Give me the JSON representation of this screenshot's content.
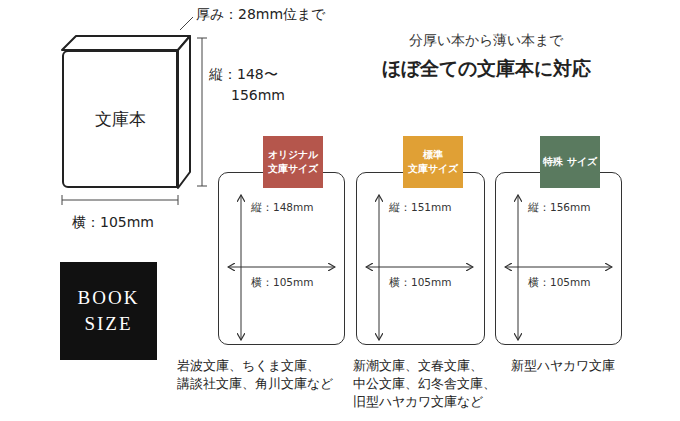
{
  "diagram": {
    "title": "ほぼ全ての文庫本に対応",
    "nodes": [
      {
        "text": [
          "文庫本"
        ]
      },
      {
        "text": [
          "BOOK SIZE"
        ]
      },
      {
        "text": [
          "縦：148mm",
          "横：105mm",
          "岩波文庫、ちくま文庫、 講談社文庫、角川文庫など"
        ]
      },
      {
        "text": [
          "オリジナル 文庫サイズ"
        ],
        "in": 2
      },
      {
        "text": [
          "縦：151mm",
          "横：105mm",
          "新潮文庫、文春文庫、 中公文庫、幻冬舎文庫、 旧型ハヤカワ文庫など"
        ]
      },
      {
        "text": [
          "標準 文庫サイズ"
        ],
        "in": 4
      },
      {
        "text": [
          "縦：156mm",
          "横：105mm",
          "新型ハヤカワ文庫"
        ]
      },
      {
        "text": [
          "特殊 サイズ"
        ],
        "in": 6
      }
    ],
    "labels": [
      "厚み：28mm位まで",
      "縦：148〜 156mm",
      "横：105mm",
      "分厚い本から薄い本まで"
    ]
  }
}
